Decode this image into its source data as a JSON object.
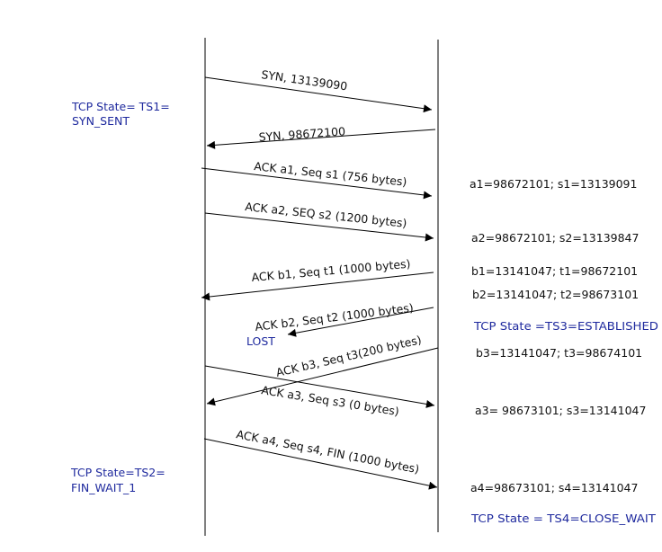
{
  "messages": [
    "SYN, 13139090",
    "SYN, 98672100",
    "ACK a1, Seq s1 (756 bytes)",
    "ACK a2, SEQ s2 (1200 bytes)",
    "ACK b1, Seq t1 (1000 bytes)",
    "ACK b2, Seq t2 (1000 bytes)",
    "ACK b3, Seq t3(200 bytes)",
    "ACK a3, Seq s3 (0 bytes)",
    "ACK a4, Seq s4, FIN (1000 bytes)"
  ],
  "lost_label": "LOST",
  "client_states": {
    "ts1_line1": "TCP State= TS1=",
    "ts1_line2": "SYN_SENT",
    "ts2_line1": "TCP State=TS2=",
    "ts2_line2": "FIN_WAIT_1"
  },
  "server_values": [
    "a1=98672101; s1=13139091",
    "a2=98672101; s2=13139847",
    "b1=13141047; t1=98672101",
    "b2=13141047; t2=98673101",
    "b3=13141047; t3=98674101",
    "a3= 98673101;  s3=13141047",
    "a4=98673101; s4=13141047"
  ],
  "server_states": {
    "ts3": "TCP State =TS3=ESTABLISHED",
    "ts4": "TCP State = TS4=CLOSE_WAIT"
  },
  "colors": {
    "line": "#000000",
    "state_text": "#1f2a9e"
  }
}
